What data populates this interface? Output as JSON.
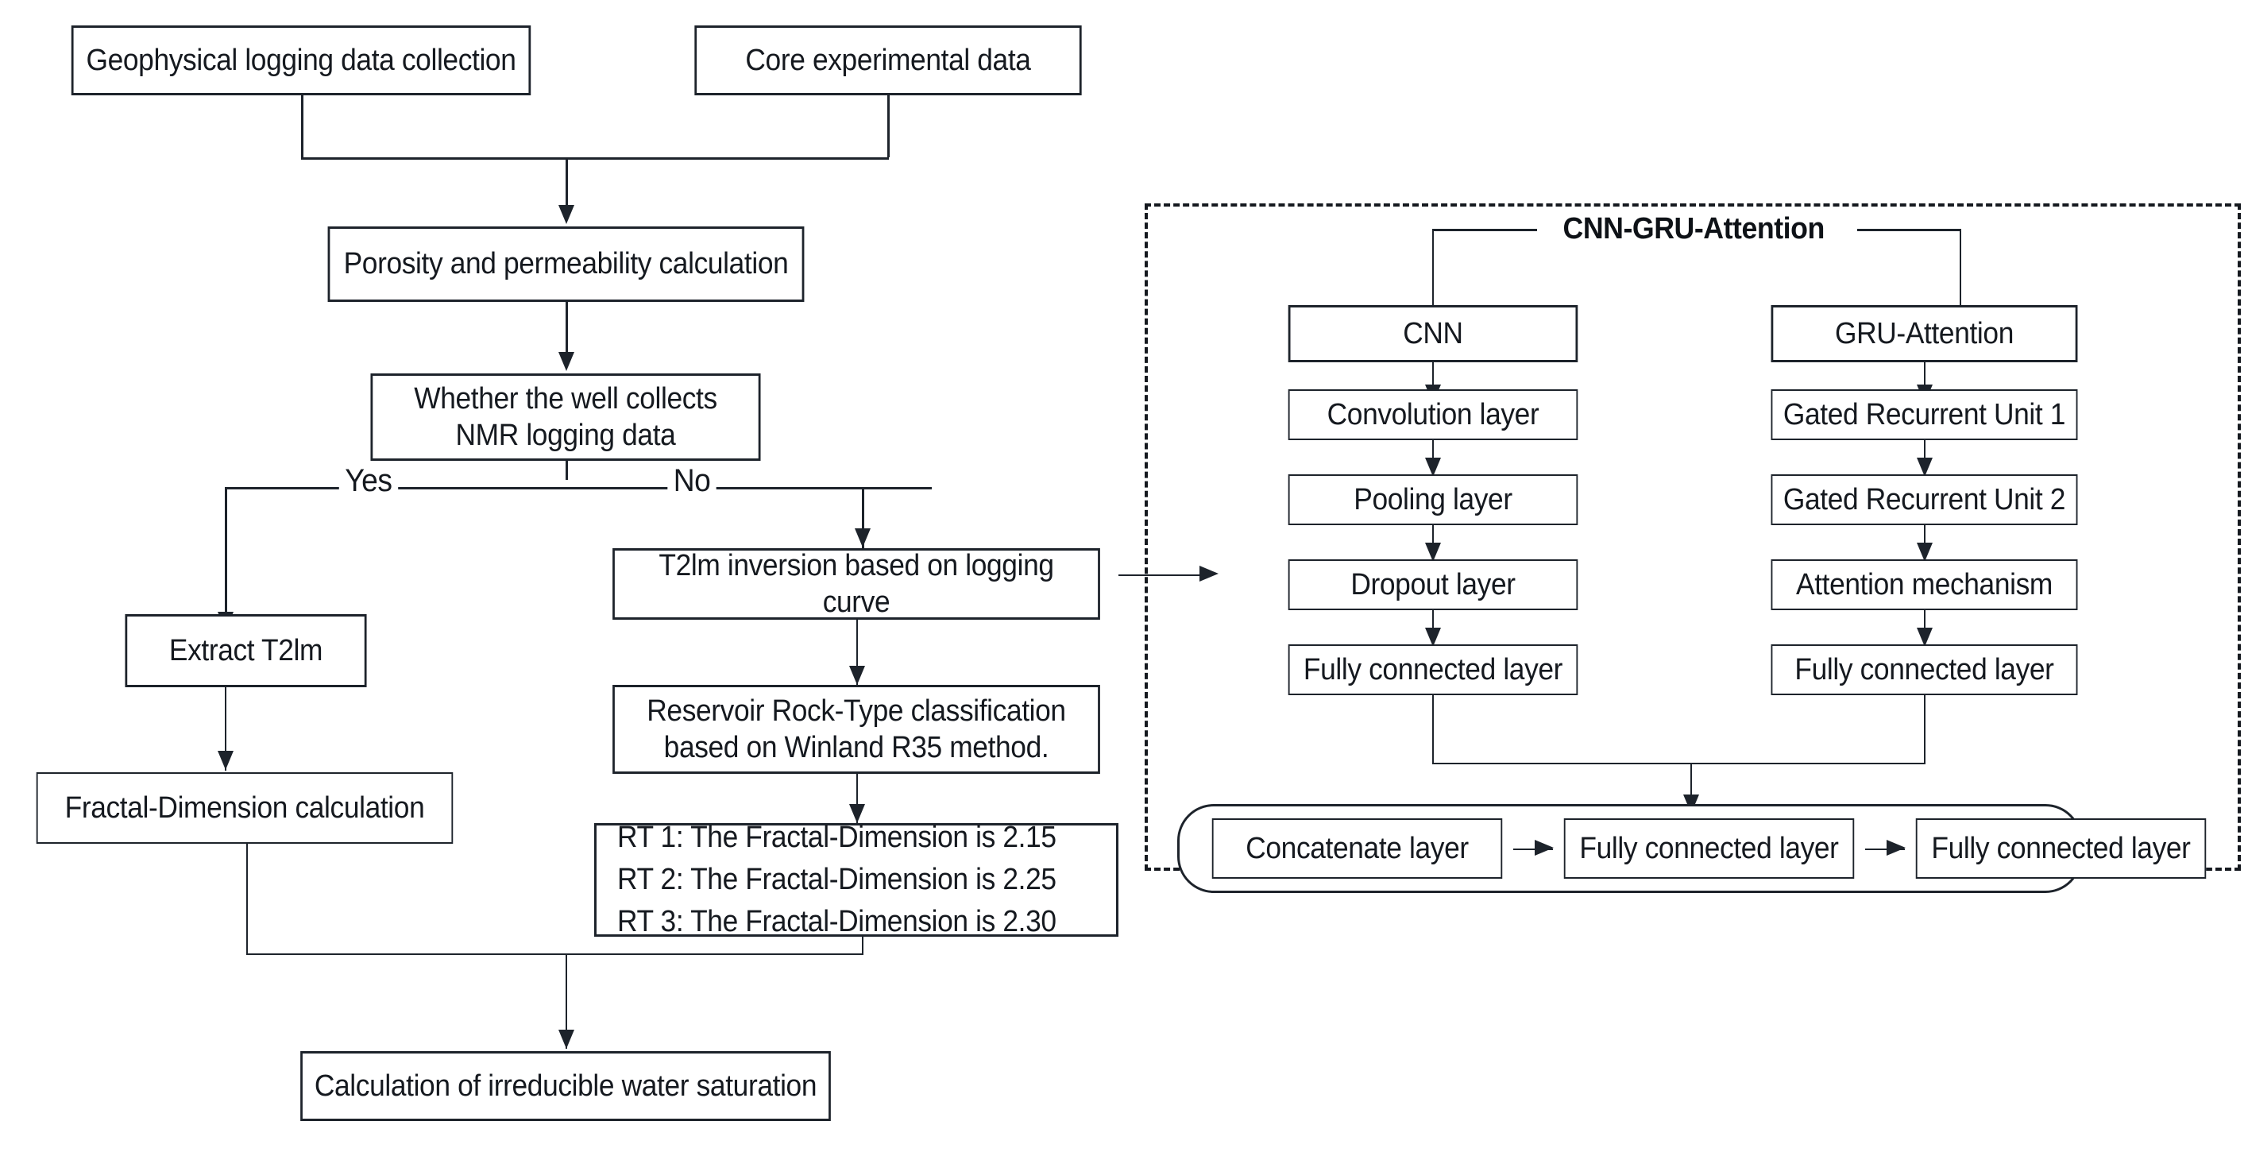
{
  "diagram": {
    "title": "Workflow for irreducible water saturation calculation using CNN-GRU-Attention",
    "colors": {
      "stroke": "#1d232b",
      "text": "#15191f",
      "background": "#ffffff"
    }
  },
  "left_flow": {
    "nodes": {
      "geophysical_logging": "Geophysical logging data collection",
      "core_experimental": "Core experimental data",
      "porosity_permeability": "Porosity and permeability calculation",
      "nmr_decision": "Whether the well collects\nNMR logging data",
      "extract_t2lm": "Extract T2lm",
      "fractal_dimension": "Fractal-Dimension calculation",
      "t2lm_inversion": "T2lm inversion based on logging curve",
      "rock_type_classification": "Reservoir Rock-Type classification\nbased on Winland R35 method.",
      "irreducible_water": "Calculation of irreducible water saturation"
    },
    "rt_list": [
      "RT 1: The Fractal-Dimension is 2.15",
      "RT 2: The Fractal-Dimension is 2.25",
      "RT 3: The Fractal-Dimension is 2.30"
    ],
    "edge_labels": {
      "yes": "Yes",
      "no": "No"
    }
  },
  "model_group": {
    "title": "CNN-GRU-Attention",
    "cnn_branch": {
      "head": "CNN",
      "layers": [
        "Convolution layer",
        "Pooling layer",
        "Dropout layer",
        "Fully connected layer"
      ]
    },
    "gru_branch": {
      "head": "GRU-Attention",
      "layers": [
        "Gated Recurrent Unit 1",
        "Gated Recurrent Unit 2",
        "Attention mechanism",
        "Fully connected layer"
      ]
    },
    "fusion": {
      "layers": [
        "Concatenate layer",
        "Fully connected layer",
        "Fully connected layer"
      ]
    }
  }
}
